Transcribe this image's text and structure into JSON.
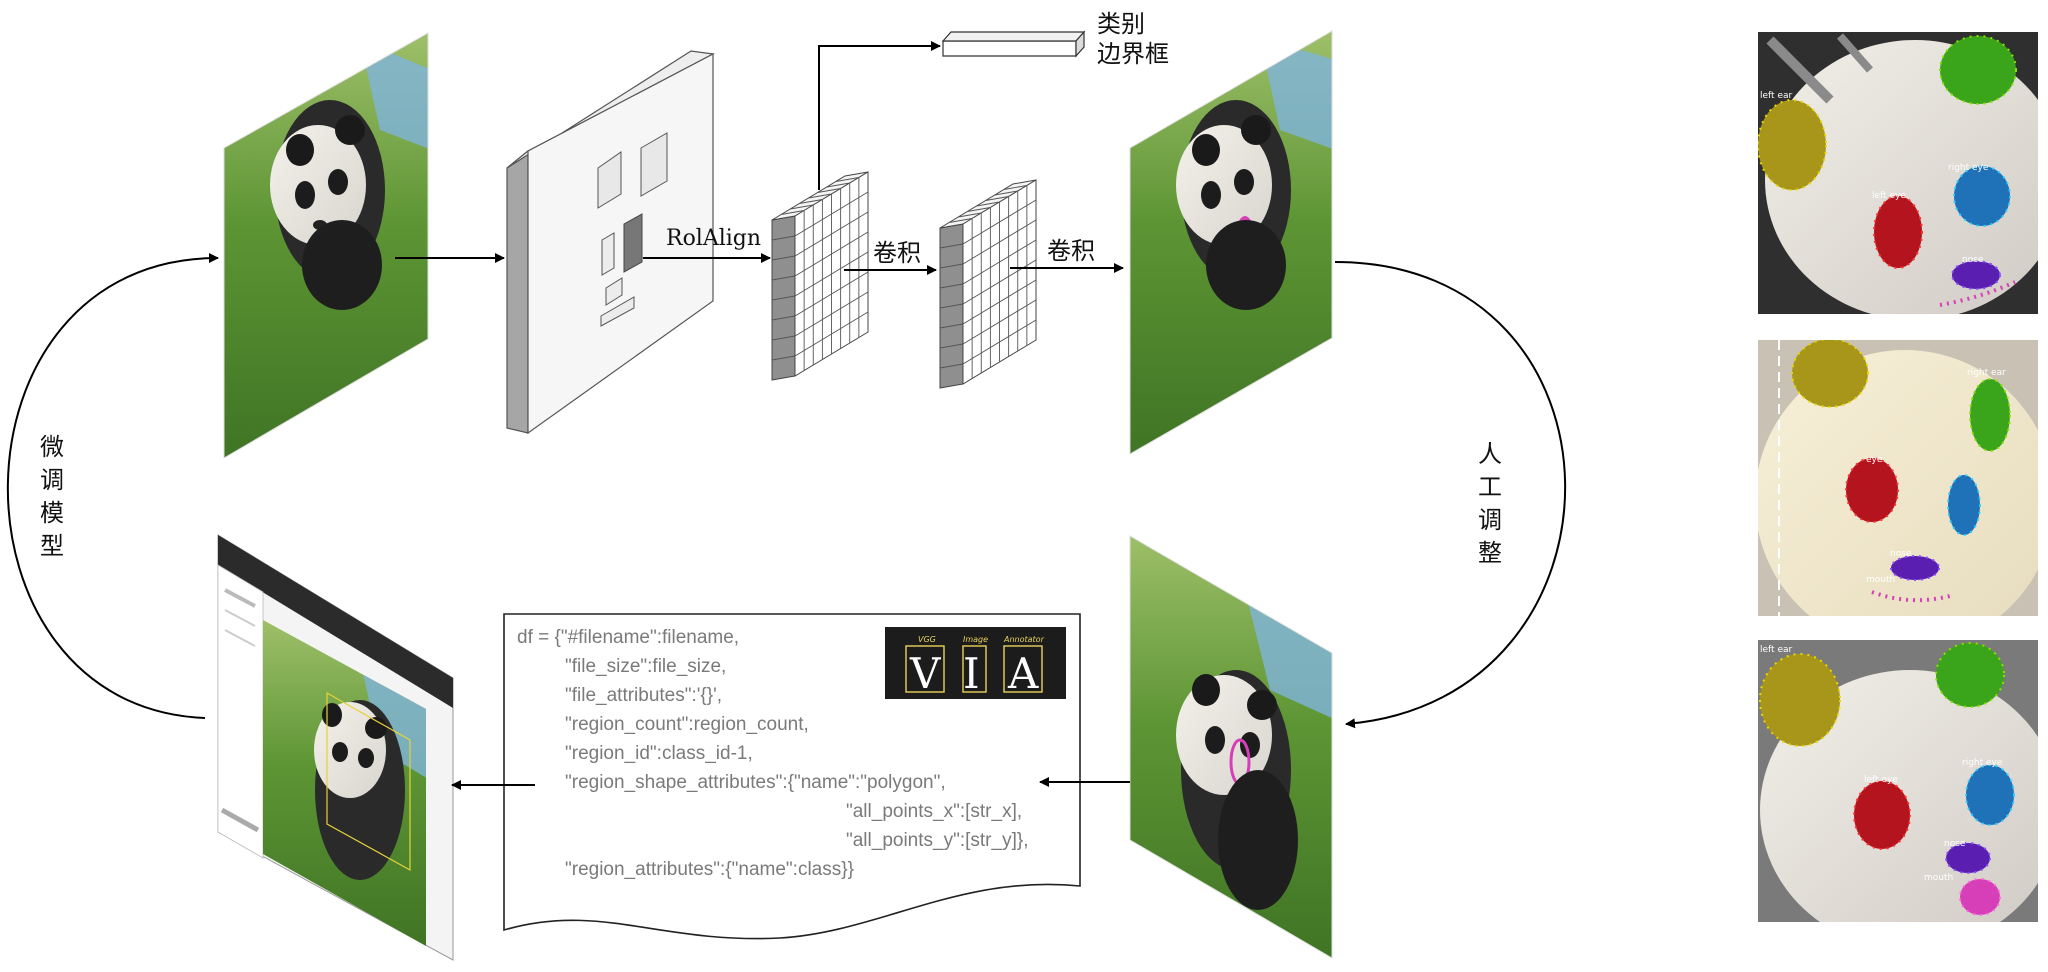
{
  "labels": {
    "roialign": "RolAlign",
    "conv1": "卷积",
    "conv2": "卷积",
    "output_class": "类别",
    "output_bbox": "边界框",
    "finetune": [
      "微",
      "调",
      "模",
      "型"
    ],
    "manual_adjust": [
      "人",
      "工",
      "调",
      "整"
    ]
  },
  "code_lines": [
    "df = {\"#filename\":filename,",
    "\"file_size\":file_size,",
    "\"file_attributes\":'{}',",
    "\"region_count\":region_count,",
    "\"region_id\":class_id-1,",
    "\"region_shape_attributes\":{\"name\":\"polygon\",",
    "\"all_points_x\":[str_x],",
    "\"all_points_y\":[str_y]},",
    "\"region_attributes\":{\"name\":class}}"
  ],
  "via_logo": {
    "small": [
      "VGG",
      "Image",
      "Annotator"
    ],
    "big": [
      "V",
      "I",
      "A"
    ]
  },
  "annotation_labels": {
    "panel1": [
      "left ear",
      "right eye",
      "left eye",
      "nose"
    ],
    "panel2": [
      "right ear",
      "eye",
      "nose",
      "mouth"
    ],
    "panel3": [
      "left ear",
      "right eye",
      "left eye",
      "nose",
      "mouth"
    ]
  },
  "colors": {
    "ear_left": "#a8961a",
    "ear_right": "#3aa51a",
    "eye_left": "#b3141e",
    "eye_right": "#1f72b8",
    "nose": "#5a1fb0",
    "mouth": "#d63fb8",
    "grass": "#4f8a2c",
    "sky": "#6fa7cf"
  }
}
